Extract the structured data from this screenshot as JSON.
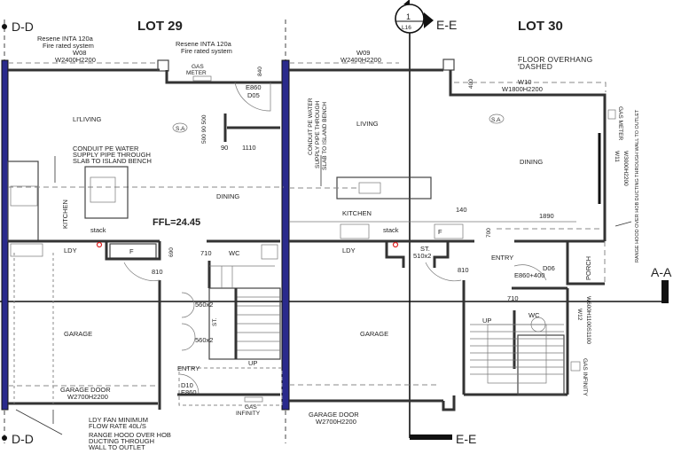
{
  "lots": {
    "left": "LOT 29",
    "right": "LOT 30"
  },
  "sections": {
    "dd_top": "D-D",
    "dd_bottom": "D-D",
    "ee_top": "E-E",
    "ee_bottom": "E-E",
    "aa": "A-A"
  },
  "callout": {
    "number": "1",
    "sheet": "L16"
  },
  "lot29": {
    "fire_note_1a": "Resene INTA 120a",
    "fire_note_1b": "Fire rated system",
    "window_w08": "W08",
    "window_w08_size": "W2400H2200",
    "fire_note_2a": "Resene INTA 120a",
    "fire_note_2b": "Fire rated system",
    "gas_meter_1": "GAS",
    "gas_meter_2": "METER",
    "dim_840": "840",
    "door_e860": "E860",
    "door_d05": "D05",
    "living": "LI'LIVING",
    "smoke_alarm": "S.A",
    "dims_stack": "500 90 500",
    "dim_90": "90",
    "dim_1110": "1110",
    "conduit_1": "CONDUIT PE WATER",
    "conduit_2": "SUPPLY PIPE THROUGH",
    "conduit_3": "SLAB TO ISLAND BENCH",
    "dining": "DINING",
    "kitchen": "KITCHEN",
    "ffl": "FFL=24.45",
    "stack": "stack",
    "ldy": "LDY",
    "fridge": "F",
    "dim_690": "690",
    "dim_710": "710",
    "wc": "WC",
    "dim_810": "810",
    "store_1": "560x2",
    "store_st": "ST.",
    "store_2": "560x2",
    "garage": "GARAGE",
    "up": "UP",
    "entry": "ENTRY",
    "door_d10": "D10",
    "door_d10_size": "E860",
    "garage_door": "GARAGE DOOR",
    "garage_door_size": "W2700H2200",
    "gas_infinity_1": "GAS",
    "gas_infinity_2": "INFINITY",
    "ldy_fan_1": "LDY FAN MINIMUM",
    "ldy_fan_2": "FLOW RATE 40L/S",
    "range_hood_1": "RANGE HOOD OVER HOB",
    "range_hood_2": "DUCTING THROUGH",
    "range_hood_3": "WALL TO OUTLET"
  },
  "lot30": {
    "window_w09": "W09",
    "window_w09_size": "W2400H2200",
    "dim_400": "400",
    "overhang_1": "FLOOR OVERHANG",
    "overhang_2": "'DASHED",
    "window_w10": "W10",
    "window_w10_size": "W1800H2200",
    "living": "LIVING",
    "smoke_alarm": "S.A",
    "gas_meter": "GAS METER",
    "conduit_1": "CONDUIT PE WATER",
    "conduit_2": "SUPPLY PIPE THROUGH",
    "conduit_3": "SLAB TO ISLAND BENCH",
    "dining": "DINING",
    "window_w11": "W11",
    "window_w11_size": "W3000H2200",
    "kitchen": "KITCHEN",
    "dim_140": "140",
    "dim_1890": "1890",
    "dim_700": "700",
    "stack": "stack",
    "ldy": "LDY",
    "fridge": "F",
    "store_st": "ST.",
    "store_size": "510x2",
    "dim_810": "810",
    "entry": "ENTRY",
    "door_d06": "D06",
    "door_d06_size": "E860+400",
    "porch": "PORCH",
    "range_hood": "RANGE HOOD OVER HOB DUCTING THROUGH WALL TO OUTLET",
    "dim_710": "710",
    "wc": "WC",
    "window_w12": "W12",
    "window_w12_size": "W600H1100S1100",
    "up": "UP",
    "garage": "GARAGE",
    "gas_infinity": "GAS INFINITY",
    "garage_door": "GARAGE DOOR",
    "garage_door_size": "W2700H2200"
  },
  "colors": {
    "party_wall": "#2a2a8c",
    "stack_marker": "#d22"
  }
}
